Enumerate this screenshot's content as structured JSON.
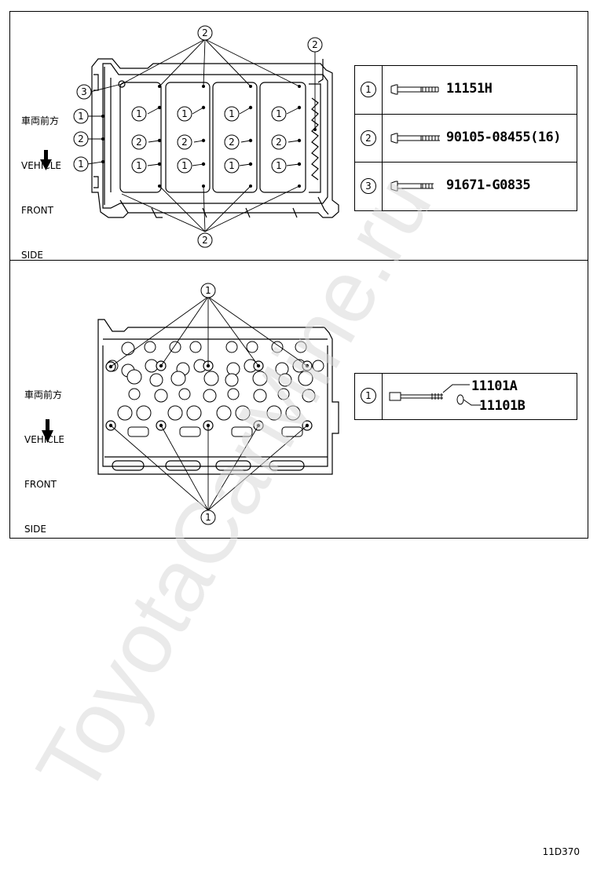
{
  "top_panel": {
    "vehicle_front_label": [
      "車両前方",
      "VEHICLE",
      "FRONT",
      "SIDE"
    ],
    "callouts": {
      "one": "1",
      "two": "2",
      "three": "3"
    },
    "parts_table": [
      {
        "ref": "1",
        "part_number": "11151H"
      },
      {
        "ref": "2",
        "part_number": "90105-08455(16)"
      },
      {
        "ref": "3",
        "part_number": "91671-G0835"
      }
    ]
  },
  "bottom_panel": {
    "vehicle_front_label": [
      "車両前方",
      "VEHICLE",
      "FRONT",
      "SIDE"
    ],
    "callouts": {
      "one": "1"
    },
    "parts_table": [
      {
        "ref": "1",
        "part_numbers": [
          "11101A",
          "11101B"
        ]
      }
    ]
  },
  "footer": {
    "diagram_code": "11D370"
  },
  "watermark": {
    "text": "ToyotaCarMine.ru",
    "color": "#d8d8d8"
  }
}
